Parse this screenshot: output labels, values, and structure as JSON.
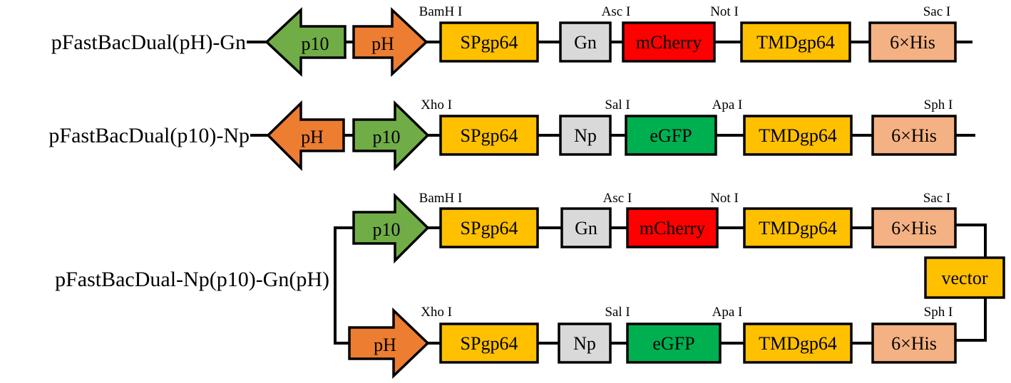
{
  "palette": {
    "p10": "#70ad47",
    "pH": "#ed7d31",
    "SPgp64": "#ffc000",
    "Gn": "#d9d9d9",
    "Np": "#d9d9d9",
    "mCherry": "#ff0000",
    "eGFP": "#00b050",
    "TMDgp64": "#ffc000",
    "His": "#f4b183",
    "vector": "#ffc000"
  },
  "constructs": [
    {
      "name": "pFastBacDual(pH)-Gn",
      "left_promoter": "p10",
      "right_promoter": "pH",
      "blocks": [
        "SPgp64",
        "Gn",
        "mCherry",
        "TMDgp64",
        "6×His"
      ],
      "sites": [
        "BamH I",
        "Asc I",
        "Not I",
        "Sac I"
      ]
    },
    {
      "name": "pFastBacDual(p10)-Np",
      "left_promoter": "pH",
      "right_promoter": "p10",
      "blocks": [
        "SPgp64",
        "Np",
        "eGFP",
        "TMDgp64",
        "6×His"
      ],
      "sites": [
        "Xho I",
        "Sal I",
        "Apa I",
        "Sph I"
      ]
    }
  ],
  "combined": {
    "name": "pFastBacDual-Np(p10)-Gn(pH)",
    "top": {
      "promoter": "p10",
      "blocks": [
        "SPgp64",
        "Gn",
        "mCherry",
        "TMDgp64",
        "6×His"
      ],
      "sites": [
        "BamH I",
        "Asc I",
        "Not I",
        "Sac I"
      ]
    },
    "bottom": {
      "promoter": "pH",
      "blocks": [
        "SPgp64",
        "Np",
        "eGFP",
        "TMDgp64",
        "6×His"
      ],
      "sites": [
        "Xho I",
        "Sal I",
        "Apa I",
        "Sph I"
      ]
    },
    "vector": "vector"
  }
}
